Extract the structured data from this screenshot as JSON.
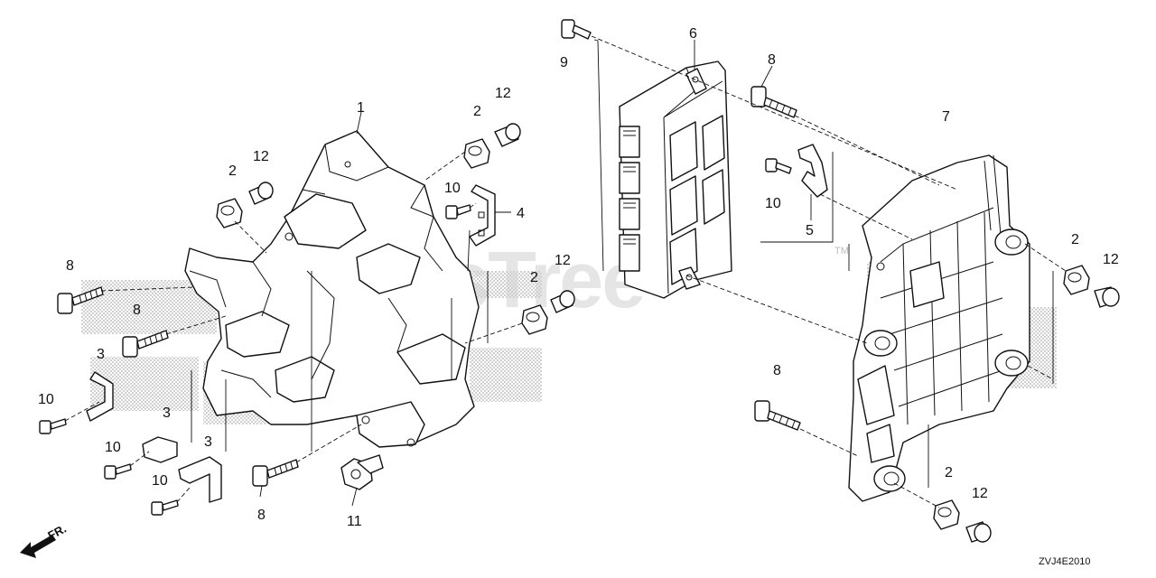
{
  "diagram": {
    "watermark": "PartsTree",
    "trademark": "TM",
    "diagram_code": "ZVJ4E2010",
    "direction_label": "FR.",
    "callouts": [
      {
        "id": "c1",
        "label": "1"
      },
      {
        "id": "c2a",
        "label": "2"
      },
      {
        "id": "c12a",
        "label": "12"
      },
      {
        "id": "c2b",
        "label": "2"
      },
      {
        "id": "c12b",
        "label": "12"
      },
      {
        "id": "c10a",
        "label": "10"
      },
      {
        "id": "c4",
        "label": "4"
      },
      {
        "id": "c8a",
        "label": "8"
      },
      {
        "id": "c8b",
        "label": "8"
      },
      {
        "id": "c2c",
        "label": "2"
      },
      {
        "id": "c12c",
        "label": "12"
      },
      {
        "id": "c3a",
        "label": "3"
      },
      {
        "id": "c10b",
        "label": "10"
      },
      {
        "id": "c3b",
        "label": "3"
      },
      {
        "id": "c10c",
        "label": "10"
      },
      {
        "id": "c3c",
        "label": "3"
      },
      {
        "id": "c10d",
        "label": "10"
      },
      {
        "id": "c8c",
        "label": "8"
      },
      {
        "id": "c11",
        "label": "11"
      },
      {
        "id": "c9",
        "label": "9"
      },
      {
        "id": "c6",
        "label": "6"
      },
      {
        "id": "c8d",
        "label": "8"
      },
      {
        "id": "c7",
        "label": "7"
      },
      {
        "id": "c10e",
        "label": "10"
      },
      {
        "id": "c5",
        "label": "5"
      },
      {
        "id": "c2d",
        "label": "2"
      },
      {
        "id": "c12d",
        "label": "12"
      },
      {
        "id": "c8e",
        "label": "8"
      },
      {
        "id": "c2e",
        "label": "2"
      },
      {
        "id": "c12e",
        "label": "12"
      }
    ]
  }
}
